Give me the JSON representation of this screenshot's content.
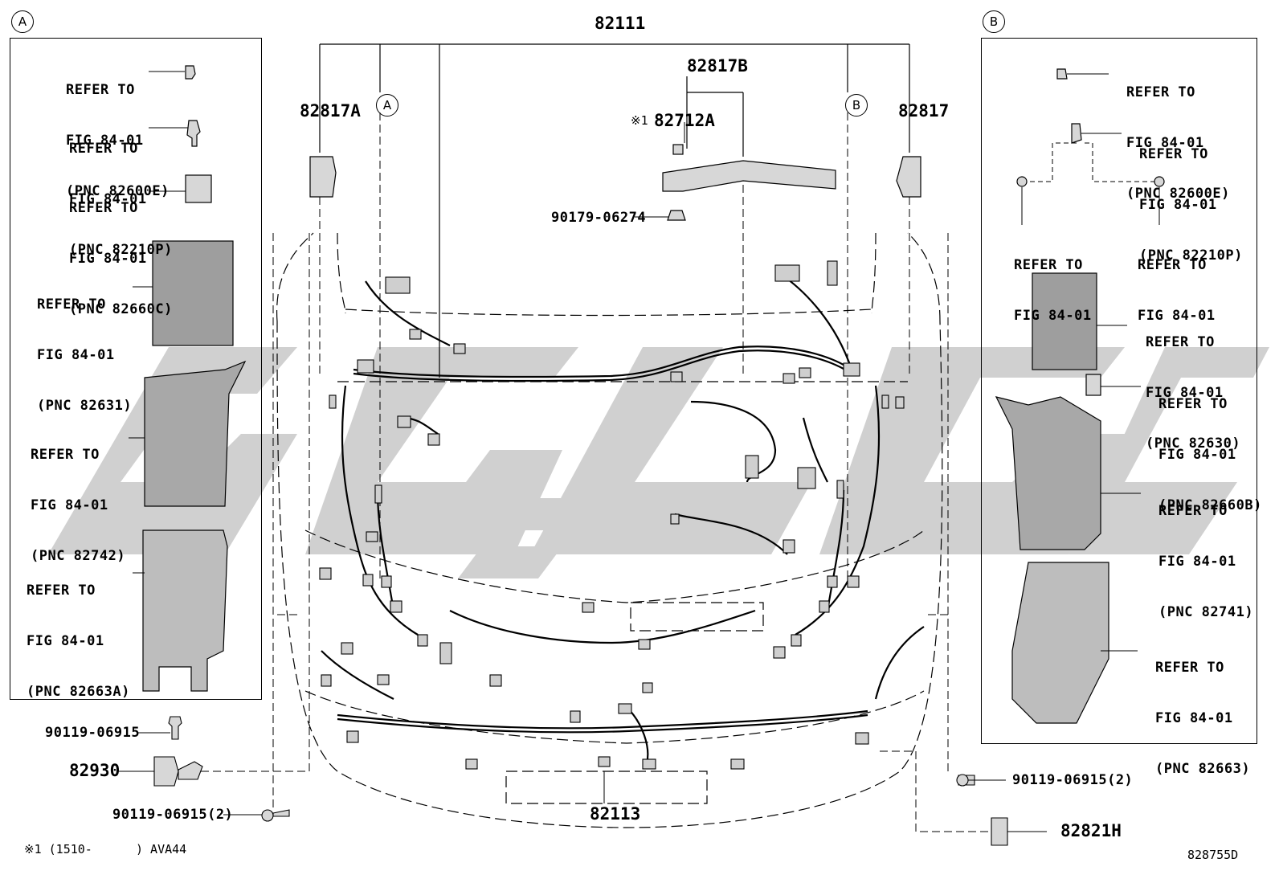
{
  "panel_a": {
    "tag": "A",
    "refs": [
      {
        "line1": "REFER TO",
        "line2": "FIG 84-01",
        "line3": "(PNC 82600E)"
      },
      {
        "line1": "REFER TO",
        "line2": "FIG 84-01",
        "line3": "(PNC 82210P)"
      },
      {
        "line1": "REFER TO",
        "line2": "FIG 84-01",
        "line3": "(PNC 82660C)"
      },
      {
        "line1": "REFER TO",
        "line2": "FIG 84-01",
        "line3": "(PNC 82631)"
      },
      {
        "line1": "REFER TO",
        "line2": "FIG 84-01",
        "line3": "(PNC 82742)"
      },
      {
        "line1": "REFER TO",
        "line2": "FIG 84-01",
        "line3": "(PNC 82663A)"
      }
    ]
  },
  "panel_b": {
    "tag": "B",
    "refs": [
      {
        "line1": "REFER TO",
        "line2": "FIG 84-01",
        "line3": "(PNC 82600E)"
      },
      {
        "line1": "REFER TO",
        "line2": "FIG 84-01",
        "line3": "(PNC 82210P)"
      },
      {
        "line1": "REFER TO",
        "line2": "FIG 84-01",
        "line3": ""
      },
      {
        "line1": "REFER TO",
        "line2": "FIG 84-01",
        "line3": ""
      },
      {
        "line1": "REFER TO",
        "line2": "FIG 84-01",
        "line3": "(PNC 82630)"
      },
      {
        "line1": "REFER TO",
        "line2": "FIG 84-01",
        "line3": "(PNC 82660B)"
      },
      {
        "line1": "REFER TO",
        "line2": "FIG 84-01",
        "line3": "(PNC 82741)"
      },
      {
        "line1": "REFER TO",
        "line2": "FIG 84-01",
        "line3": "(PNC 82663)"
      }
    ]
  },
  "parts": {
    "main_harness": "82111",
    "p82817b": "82817B",
    "p82817a": "82817A",
    "p82817": "82817",
    "p82712a": "82712A",
    "p82712a_mark": "※1",
    "clip": "90179-06274",
    "bolt_top": "90119-06915",
    "p82930": "82930",
    "bolt_bottom_left": "90119-06915(2)",
    "p82113": "82113",
    "bolt_right": "90119-06915(2)",
    "p82821h": "82821H",
    "callout_a": "A",
    "callout_b": "B"
  },
  "footnote": "※1 (1510-      ) AVA44",
  "figure_id": "828755D",
  "colors": {
    "line": "#000000",
    "watermark": "#c8c8c8",
    "component_fill": "#b5b5b5"
  }
}
